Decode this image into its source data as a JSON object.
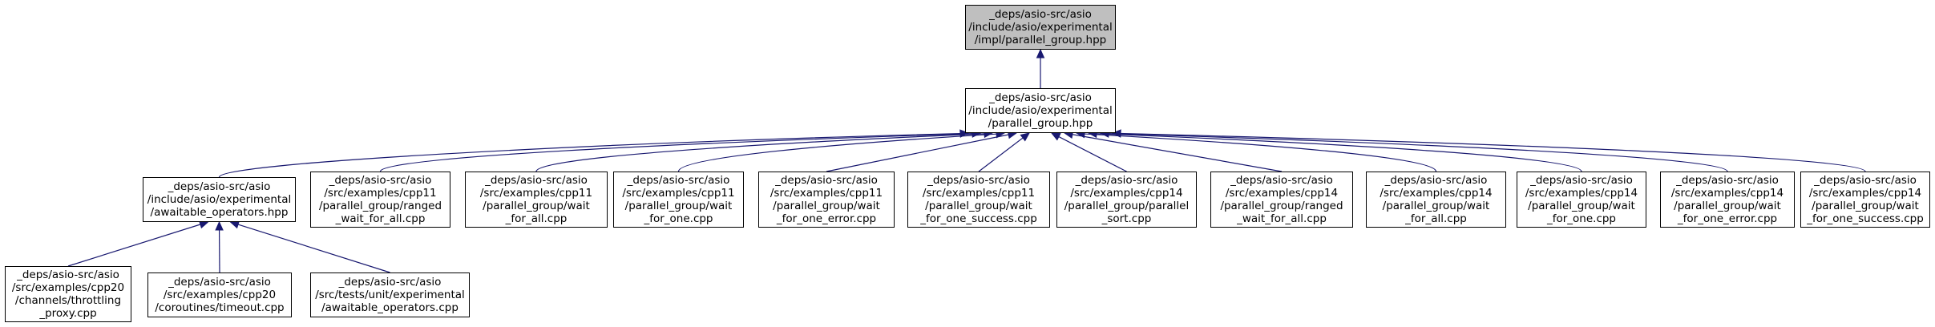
{
  "colors": {
    "edge": "#191970",
    "root_fill": "#bfbfbf",
    "node_fill": "#ffffff",
    "node_border": "#000000"
  },
  "root": {
    "label": "_deps/asio-src/asio\n/include/asio/experimental\n/impl/parallel_group.hpp"
  },
  "hub": {
    "label": "_deps/asio-src/asio\n/include/asio/experimental\n/parallel_group.hpp"
  },
  "level2": [
    {
      "label": "_deps/asio-src/asio\n/include/asio/experimental\n/awaitable_operators.hpp"
    },
    {
      "label": "_deps/asio-src/asio\n/src/examples/cpp11\n/parallel_group/ranged\n_wait_for_all.cpp"
    },
    {
      "label": "_deps/asio-src/asio\n/src/examples/cpp11\n/parallel_group/wait\n_for_all.cpp"
    },
    {
      "label": "_deps/asio-src/asio\n/src/examples/cpp11\n/parallel_group/wait\n_for_one.cpp"
    },
    {
      "label": "_deps/asio-src/asio\n/src/examples/cpp11\n/parallel_group/wait\n_for_one_error.cpp"
    },
    {
      "label": "_deps/asio-src/asio\n/src/examples/cpp11\n/parallel_group/wait\n_for_one_success.cpp"
    },
    {
      "label": "_deps/asio-src/asio\n/src/examples/cpp14\n/parallel_group/parallel\n_sort.cpp"
    },
    {
      "label": "_deps/asio-src/asio\n/src/examples/cpp14\n/parallel_group/ranged\n_wait_for_all.cpp"
    },
    {
      "label": "_deps/asio-src/asio\n/src/examples/cpp14\n/parallel_group/wait\n_for_all.cpp"
    },
    {
      "label": "_deps/asio-src/asio\n/src/examples/cpp14\n/parallel_group/wait\n_for_one.cpp"
    },
    {
      "label": "_deps/asio-src/asio\n/src/examples/cpp14\n/parallel_group/wait\n_for_one_error.cpp"
    },
    {
      "label": "_deps/asio-src/asio\n/src/examples/cpp14\n/parallel_group/wait\n_for_one_success.cpp"
    }
  ],
  "level3": [
    {
      "label": "_deps/asio-src/asio\n/src/examples/cpp20\n/channels/throttling\n_proxy.cpp"
    },
    {
      "label": "_deps/asio-src/asio\n/src/examples/cpp20\n/coroutines/timeout.cpp"
    },
    {
      "label": "_deps/asio-src/asio\n/src/tests/unit/experimental\n/awaitable_operators.cpp"
    }
  ]
}
